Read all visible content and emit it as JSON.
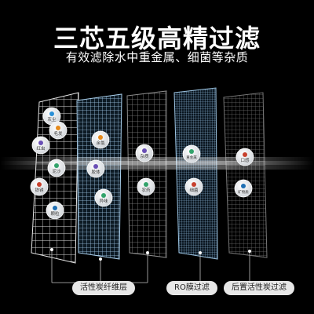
{
  "header": {
    "title": "三芯五级高精过滤",
    "subtitle": "有效滤除水中重金属、细菌等杂质"
  },
  "layers": [
    {
      "name": "layer-1",
      "badges": [
        "灰尘",
        "毛发",
        "红虫",
        "泥沙",
        "铁锈",
        "颗粒"
      ]
    },
    {
      "name": "layer-2",
      "badges": [
        "余氯",
        "胶体",
        "异味"
      ]
    },
    {
      "name": "layer-3",
      "badges": [
        "杂质",
        "农药"
      ]
    },
    {
      "name": "layer-4",
      "badges": [
        "重金属",
        "细菌"
      ]
    },
    {
      "name": "layer-5",
      "badges": [
        "口感",
        "矿物质"
      ]
    }
  ],
  "labels": {
    "carbon_fiber": "活性炭纤维层",
    "ro_membrane": "RO膜过滤",
    "post_carbon": "后置活性炭过滤"
  },
  "colors": {
    "background": "#000000",
    "grid_white": "#d9d9d9",
    "grid_blue": "#9fc7e6",
    "grid_gray": "#7a7a7a",
    "pill_bg": "#e7e7e7"
  }
}
